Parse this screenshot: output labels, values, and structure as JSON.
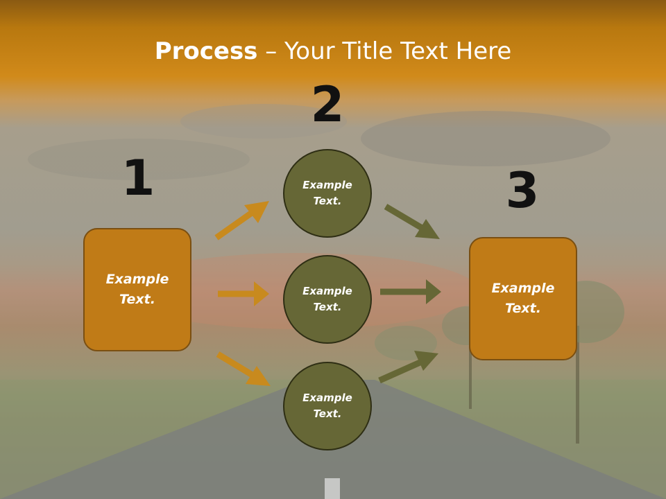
{
  "title": {
    "bold": "Process",
    "rest": " – Your Title Text Here"
  },
  "steps": [
    "1",
    "2",
    "3"
  ],
  "boxes": {
    "left": "Example\nText.",
    "right": "Example\nText."
  },
  "circles": [
    "Example\nText.",
    "Example\nText.",
    "Example\nText."
  ],
  "colors": {
    "box_fill": "#c07b17",
    "circle_fill": "#666736",
    "arrow_orange": "#c88a1e",
    "arrow_olive": "#666736",
    "header_orange": "#d18a1a"
  }
}
